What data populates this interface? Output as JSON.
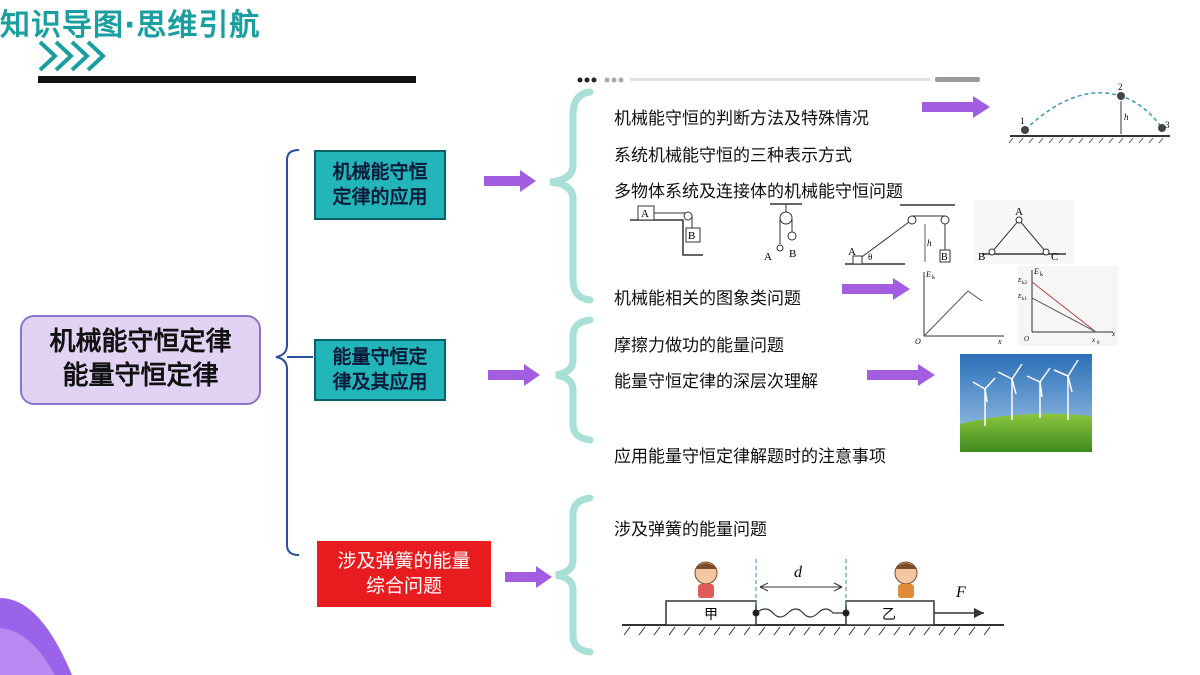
{
  "header": {
    "title": "知识导图·思维引航"
  },
  "root": {
    "line1": "机械能守恒定律",
    "line2": "能量守恒定律"
  },
  "branches": [
    {
      "line1": "机械能守恒",
      "line2": "定律的应用",
      "items": [
        "机械能守恒的判断方法及特殊情况",
        "系统机械能守恒的三种表示方式",
        "多物体系统及连接体的机械能守恒问题",
        "机械能相关的图象类问题"
      ]
    },
    {
      "line1": "能量守恒定",
      "line2": "律及其应用",
      "items": [
        "摩擦力做功的能量问题",
        "能量守恒定律的深层次理解",
        "应用能量守恒定律解题时的注意事项"
      ]
    },
    {
      "line1": "涉及弹簧的能量",
      "line2": "综合问题",
      "items": [
        "涉及弹簧的能量问题"
      ]
    }
  ],
  "figures": {
    "projectile": [
      "1",
      "2",
      "3",
      "h"
    ],
    "pulley1": [
      "A",
      "B"
    ],
    "pulley2": [
      "A",
      "B"
    ],
    "incline": [
      "A",
      "θ",
      "h",
      "B"
    ],
    "triangle": [
      "A",
      "B",
      "C"
    ],
    "graph1": [
      "E",
      "k",
      "O",
      "x"
    ],
    "graph2": [
      "E",
      "k",
      "E",
      "k2",
      "E",
      "k1",
      "O",
      "x",
      "x",
      "0"
    ],
    "spring": [
      "d",
      "甲",
      "乙",
      "F"
    ]
  },
  "colors": {
    "accent": "#1a9fa0",
    "arrow": "#a35de0",
    "brace": "#9fdcd4",
    "red_box": "#e81c1e",
    "root_fill": "#e2d3f4"
  }
}
